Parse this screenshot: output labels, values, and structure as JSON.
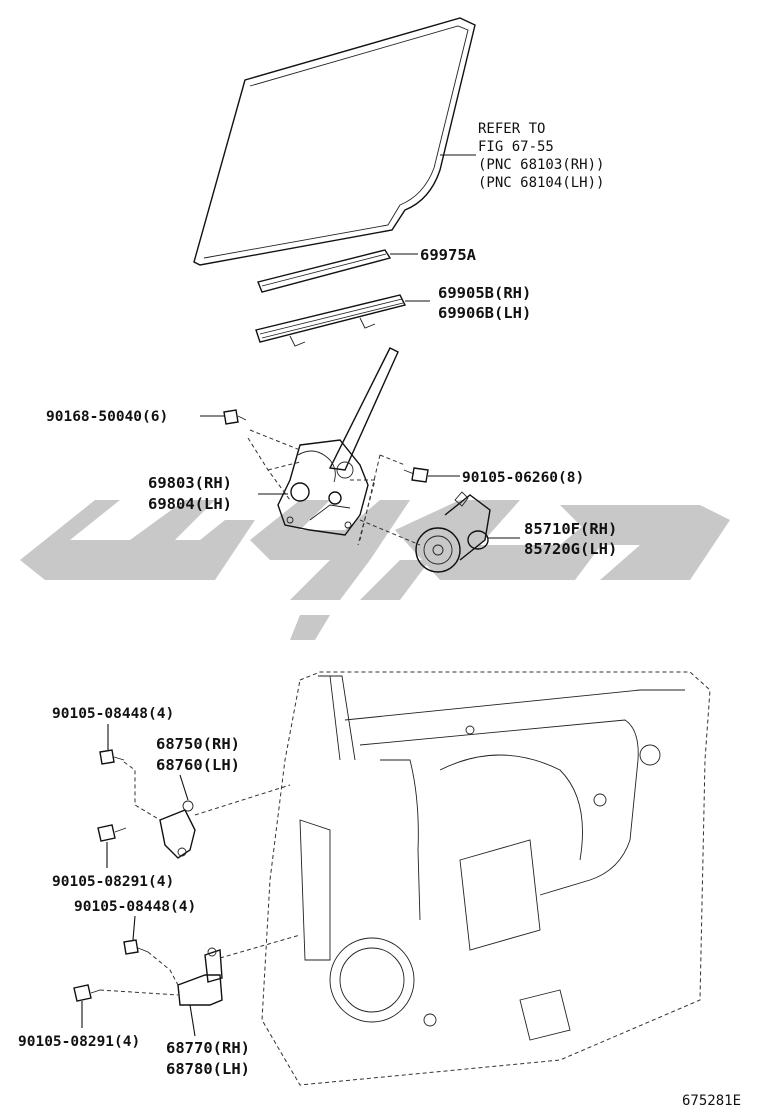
{
  "callouts": {
    "refer_line1": "REFER TO",
    "refer_line2": "FIG 67-55",
    "refer_line3": "(PNC 68103(RH))",
    "refer_line4": "(PNC 68104(LH))",
    "weatherstrip": "69975A",
    "run_rh": "69905B(RH)",
    "run_lh": "69906B(LH)",
    "bolt_90168": "90168-50040(6)",
    "regulator_rh": "69803(RH)",
    "regulator_lh": "69804(LH)",
    "bolt_90105_06260": "90105-06260(8)",
    "motor_rh": "85710F(RH)",
    "motor_lh": "85720G(LH)",
    "bolt_upper_a": "90105-08448(4)",
    "hinge_upper_rh": "68750(RH)",
    "hinge_upper_lh": "68760(LH)",
    "bolt_upper_b": "90105-08291(4)",
    "bolt_lower_a": "90105-08448(4)",
    "bolt_lower_b": "90105-08291(4)",
    "hinge_lower_rh": "68770(RH)",
    "hinge_lower_lh": "68780(LH)"
  },
  "figure_code": "675281E",
  "watermark": {
    "description": "logo watermark",
    "color": "#c9c9c9"
  }
}
